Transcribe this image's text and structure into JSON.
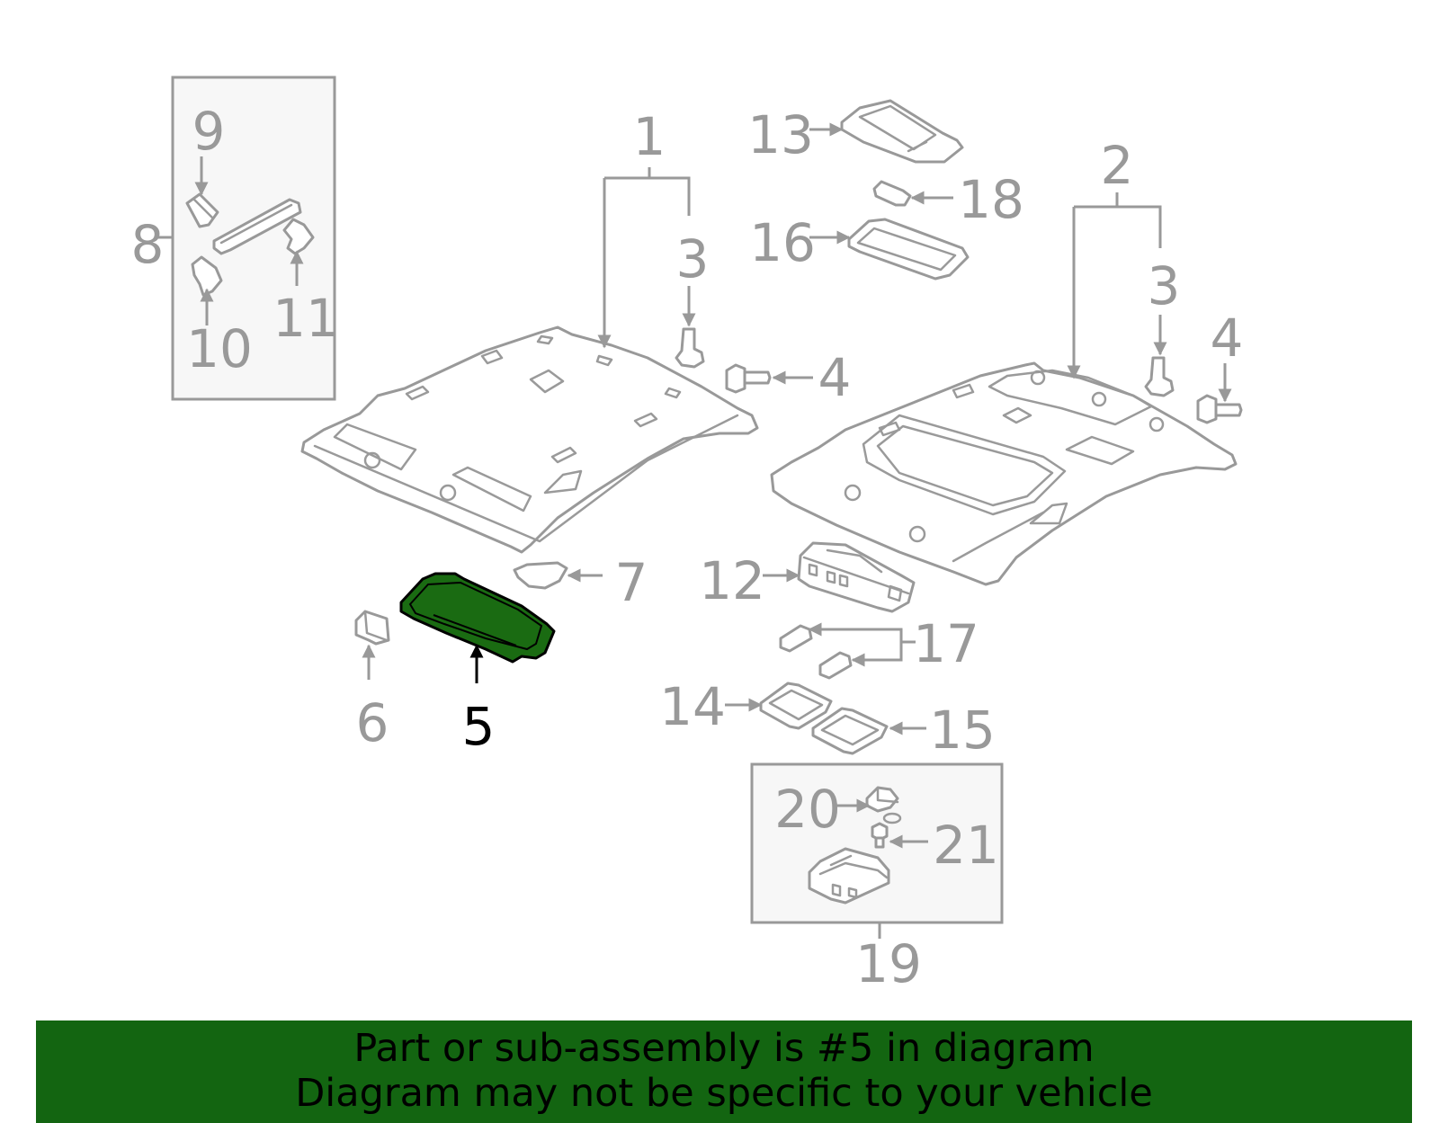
{
  "colors": {
    "banner_background": "#136511",
    "highlight_part": "#1a6b12",
    "line": "#999999",
    "callout_text": "#999999",
    "highlight_text": "#000000"
  },
  "callouts": [
    "1",
    "2",
    "3",
    "3",
    "4",
    "4",
    "5",
    "6",
    "7",
    "8",
    "9",
    "10",
    "11",
    "12",
    "13",
    "14",
    "15",
    "16",
    "17",
    "18",
    "19",
    "20",
    "21"
  ],
  "highlighted_callout": "5",
  "banner": {
    "line1": "Part or sub-assembly is #5 in diagram",
    "line2": "Diagram may not be specific to your vehicle"
  }
}
